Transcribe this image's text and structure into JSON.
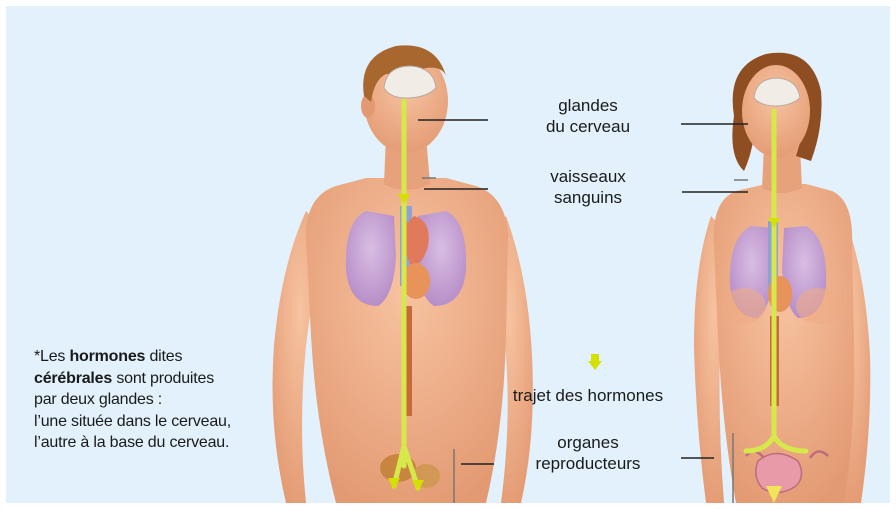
{
  "labels": {
    "brain_glands_1": "glandes",
    "brain_glands_2": "du cerveau",
    "vessels_1": "vaisseaux",
    "vessels_2": "sanguins",
    "hormone_path": "trajet des hormones",
    "organs_1": "organes",
    "organs_2": "reproducteurs"
  },
  "note": {
    "prefix": "*Les ",
    "bold1": "hormones",
    "mid1": " dites",
    "bold2": "cérébrales",
    "mid2": " sont produites",
    "line3": "par deux glandes :",
    "line4": "l’une située dans le cerveau,",
    "line5": "l’autre à la base du cerveau."
  },
  "colors": {
    "background": "#e2f1fb",
    "skin": "#f2b28e",
    "skin_shadow": "#d9906a",
    "hair": "#a8672f",
    "lung": "#c9a6d6",
    "heart": "#e7935a",
    "hormone_path": "#d6e84a",
    "arrow": "#d4e000"
  },
  "icons": {
    "legend": "down-arrow-icon"
  }
}
